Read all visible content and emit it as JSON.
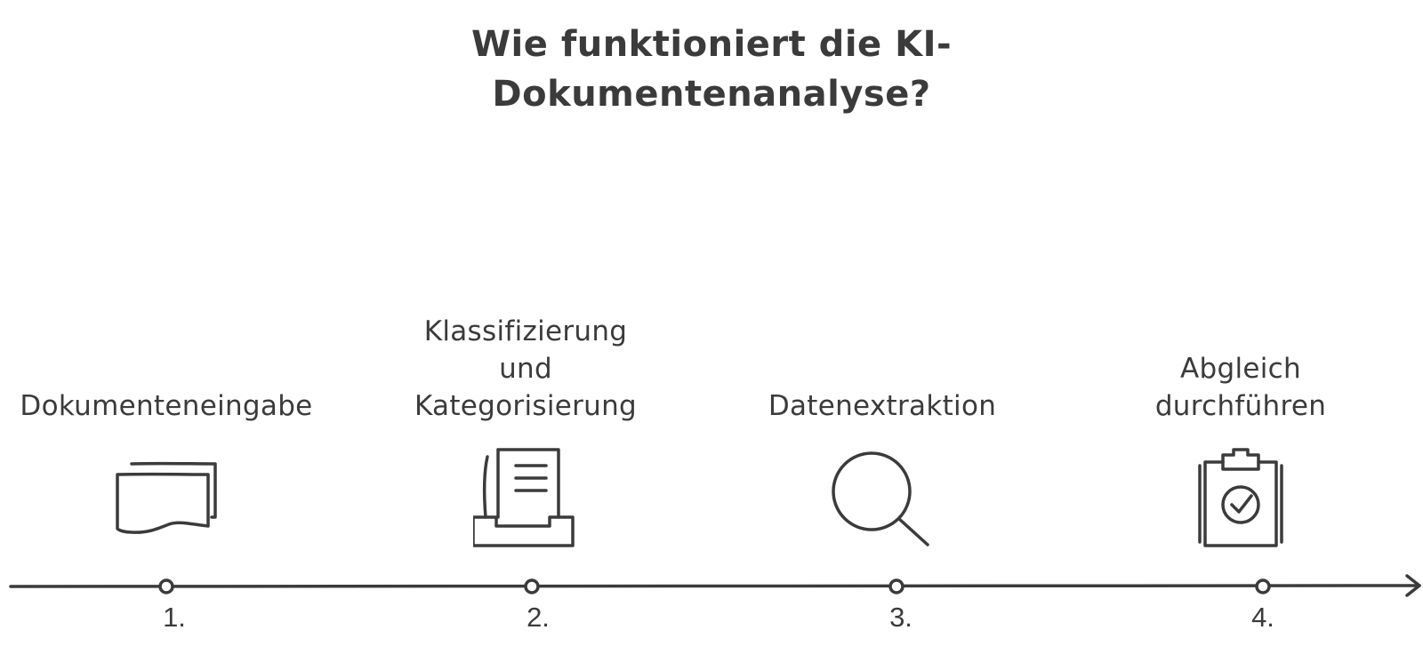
{
  "title": {
    "line1": "Wie funktioniert die KI-",
    "line2": "Dokumentenanalyse?"
  },
  "steps": [
    {
      "number": "1.",
      "label_lines": [
        "Dokumenteneingabe"
      ],
      "icon": "documents-icon"
    },
    {
      "number": "2.",
      "label_lines": [
        "Klassifizierung",
        "und",
        "Kategorisierung"
      ],
      "icon": "document-tray-icon"
    },
    {
      "number": "3.",
      "label_lines": [
        "Datenextraktion"
      ],
      "icon": "magnifier-icon"
    },
    {
      "number": "4.",
      "label_lines": [
        "Abgleich",
        "durchführen"
      ],
      "icon": "clipboard-check-icon"
    }
  ],
  "colors": {
    "stroke": "#3b3b3b",
    "background": "#ffffff"
  }
}
